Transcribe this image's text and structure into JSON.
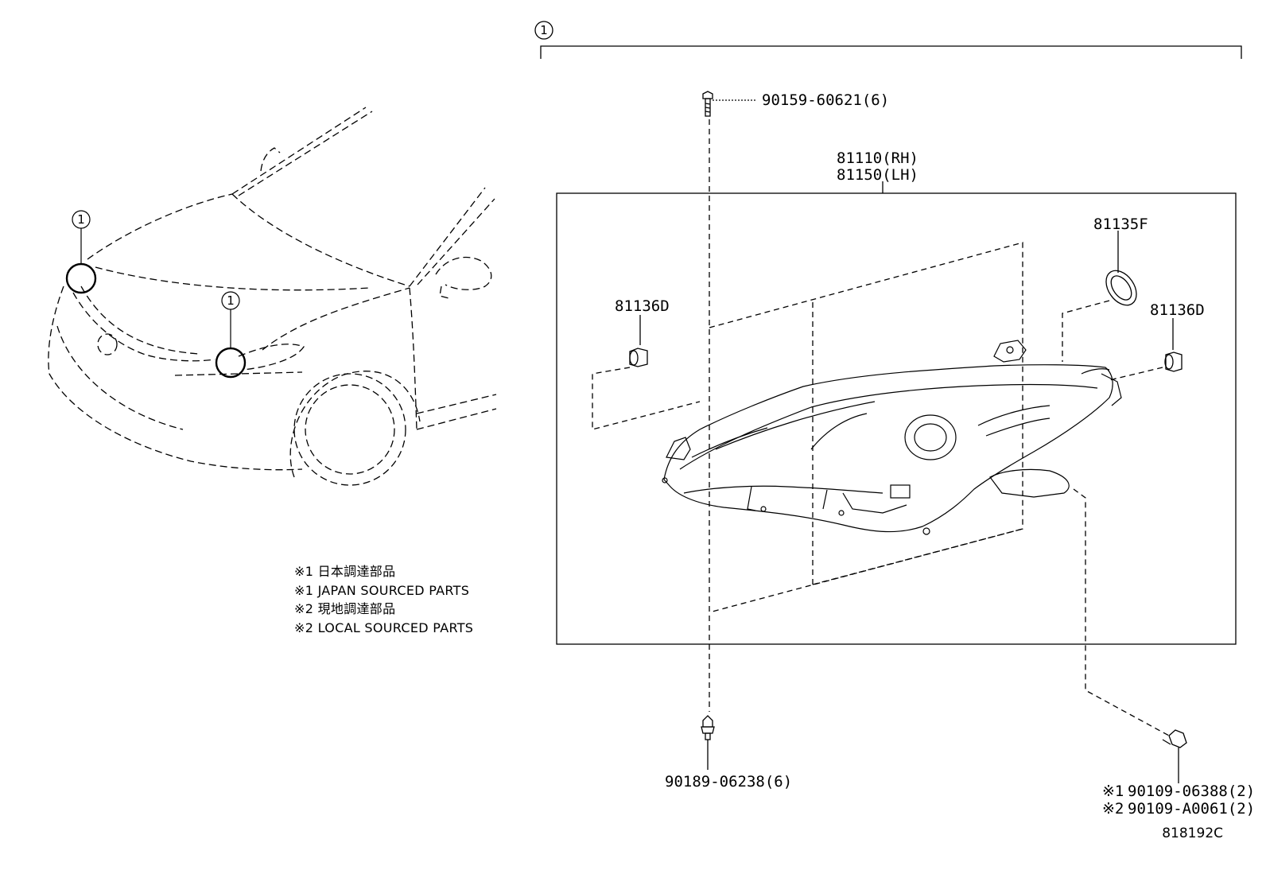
{
  "assembly_callout": "1",
  "car_callouts": [
    "1",
    "1"
  ],
  "part_numbers": {
    "screw_top": "90159-60621(6)",
    "headlamp_rh": "81110(RH)",
    "headlamp_lh": "81150(LH)",
    "cover": "81135F",
    "cap_left": "81136D",
    "cap_right": "81136D",
    "clip_bottom": "90189-06238(6)",
    "bolt_japan": "90109-06388(2)",
    "bolt_local": "90109-A0061(2)",
    "bolt_japan_prefix": "※1",
    "bolt_local_prefix": "※2"
  },
  "notes": [
    "※1 日本調達部品",
    "※1 JAPAN SOURCED PARTS",
    "※2 現地調達部品",
    "※2 LOCAL SOURCED PARTS"
  ],
  "reference_code": "818192C"
}
